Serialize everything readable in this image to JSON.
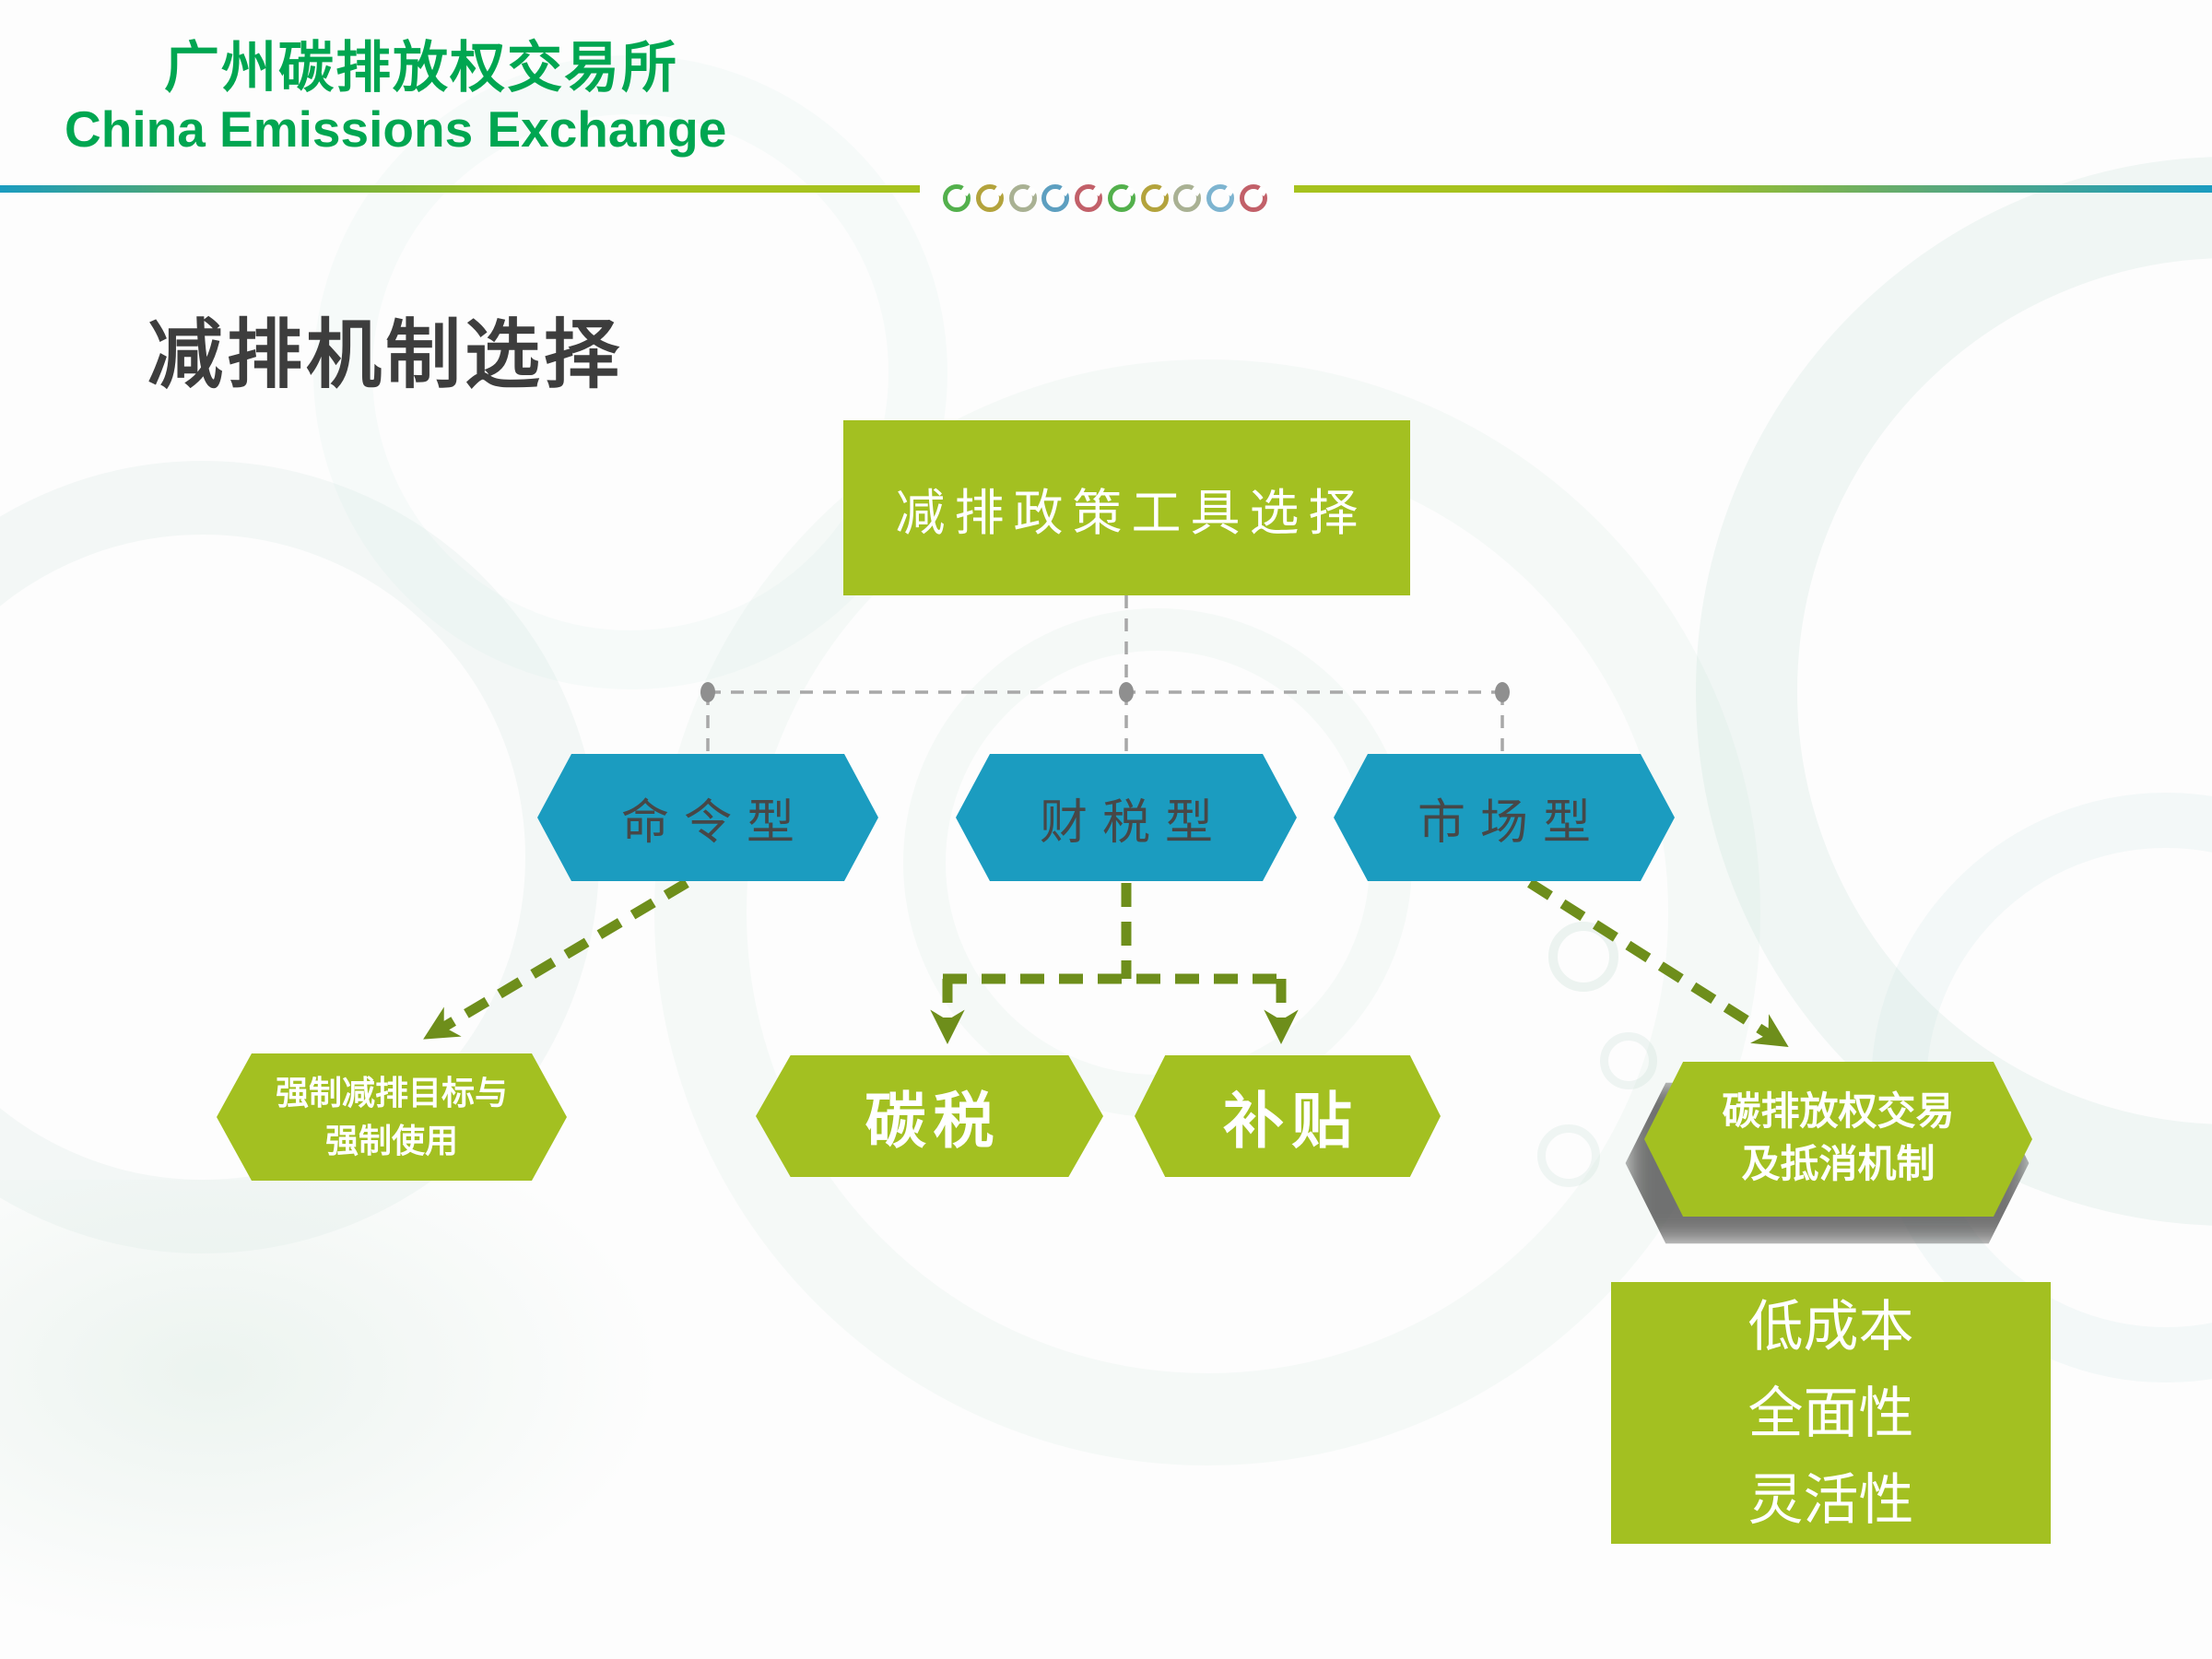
{
  "header": {
    "logo_line_cn": "广州碳排放权交易所",
    "logo_line_en": "China Emissions Exchange",
    "brand_green": "#00a651",
    "divider_blue": "#1b9cc0",
    "divider_green": "#a6c21e",
    "decor_rings": [
      "#53b04c",
      "#b3a33c",
      "#a9b193",
      "#5d9fc0",
      "#c26069",
      "#53b04c",
      "#b3a33c",
      "#a9b193",
      "#7db4d0",
      "#c26069"
    ]
  },
  "slide": {
    "title": "减排机制选择"
  },
  "diagram": {
    "root": {
      "label": "减排政策工具选择"
    },
    "branches": [
      {
        "label": "命令型"
      },
      {
        "label": "财税型"
      },
      {
        "label": "市场型"
      }
    ],
    "outcomes": {
      "force": {
        "line1": "强制减排目标与",
        "line2": "强制使用"
      },
      "tax": {
        "label": "碳税"
      },
      "subsidy": {
        "label": "补贴"
      },
      "trade": {
        "line1": "碳排放权交易",
        "line2": "及抵消机制"
      }
    },
    "benefits": {
      "lines": [
        "低成本",
        "全面性",
        "灵活性"
      ]
    },
    "colors": {
      "box_green": "#a3c021",
      "hex_blue": "#1b9cc0",
      "arrow_olive": "#6e8e1b",
      "connector_gray": "#a8a8a8",
      "label_dark": "#474747",
      "label_white": "#ffffff"
    }
  }
}
